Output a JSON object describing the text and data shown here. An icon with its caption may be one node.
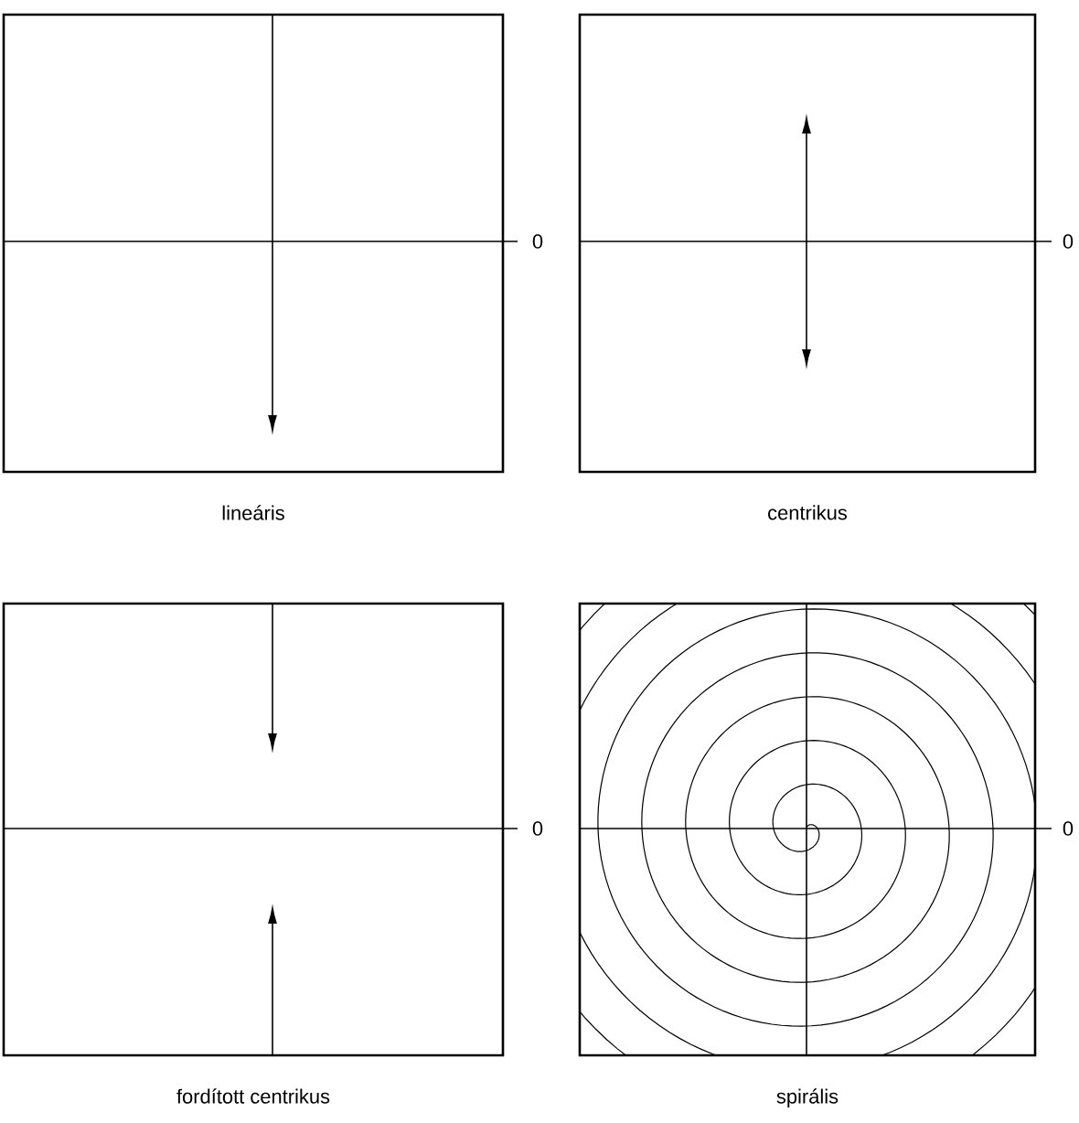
{
  "diagram": {
    "nodes": [
      {
        "text": [
          "lineáris"
        ]
      },
      {
        "text": [
          "centrikus"
        ]
      },
      {
        "text": [
          "fordított centrikus"
        ]
      },
      {
        "text": [
          "spirális"
        ]
      }
    ],
    "labels": [
      "0",
      "0",
      "0",
      "0"
    ]
  }
}
